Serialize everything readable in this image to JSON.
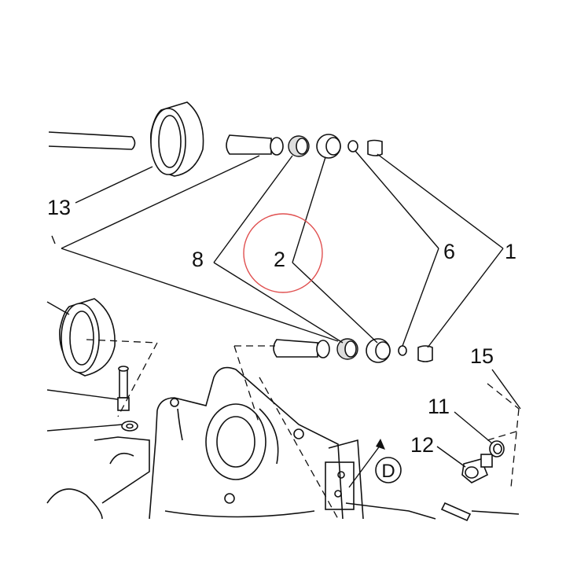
{
  "callouts": {
    "c13": "13",
    "c8": "8",
    "c2": "2",
    "c6": "6",
    "c1": "1",
    "c15": "15",
    "c11": "11",
    "c12": "12",
    "view": "D"
  },
  "highlight": {
    "target": "2",
    "color": "#e05050"
  }
}
